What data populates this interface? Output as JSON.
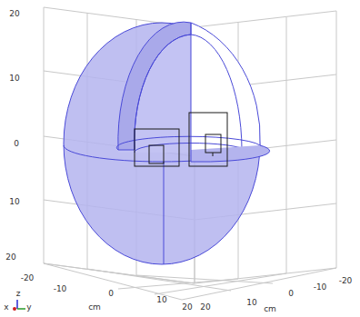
{
  "diagram": {
    "labels": [
      "20",
      "10",
      "0",
      "10",
      "20",
      "-20",
      "-10",
      "0",
      "10",
      "20",
      "cm",
      "20",
      "10",
      "0",
      "-10",
      "-20",
      "cm",
      "z",
      "x",
      "y"
    ]
  }
}
